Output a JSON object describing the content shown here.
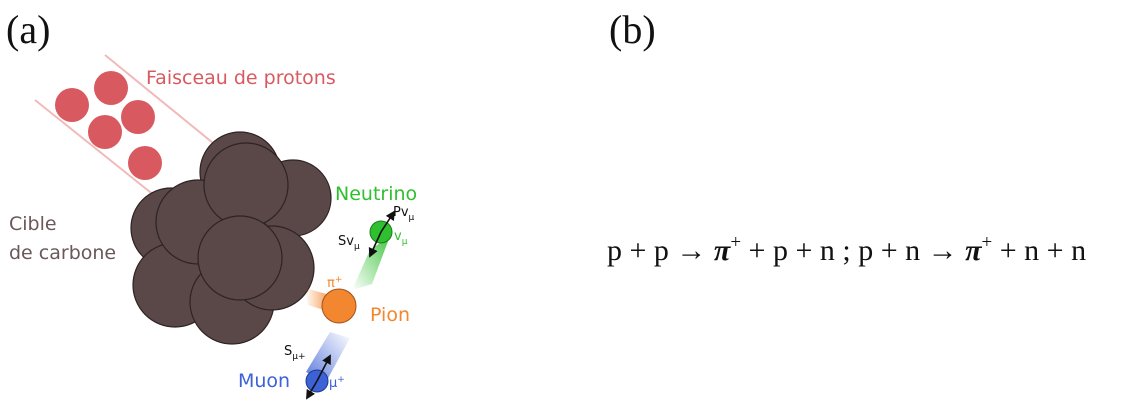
{
  "panels": {
    "a_label": "(a)",
    "b_label": "(b)"
  },
  "colors": {
    "proton": "#d85a60",
    "carbon": "#5a4747",
    "neutrino": "#2fc02f",
    "pion": "#f28730",
    "muon": "#3c62d6",
    "label_carbon": "#6b5858",
    "beam_line": "#f2b9b9"
  },
  "diagram": {
    "beam_label": "Faisceau de protons",
    "target_label_line1": "Cible",
    "target_label_line2": "de carbone",
    "neutrino_label": "Neutrino",
    "neutrino_momentum": "Pv",
    "neutrino_momentum_sub": "μ",
    "neutrino_spin": "Sv",
    "neutrino_spin_sub": "μ",
    "neutrino_symbol": "v",
    "neutrino_symbol_sub": "μ",
    "pion_symbol": "π",
    "pion_symbol_sup": "+",
    "pion_label": "Pion",
    "muon_spin": "S",
    "muon_spin_sub": "μ+",
    "muon_label": "Muon",
    "muon_symbol": "μ",
    "muon_symbol_sup": "+"
  },
  "equation": {
    "part1": "p + p → ",
    "pi": "π",
    "sup": "+",
    "part2": " + p + n ; p + n → ",
    "pi2": "π",
    "sup2": "+",
    "part3": " + n + n"
  }
}
